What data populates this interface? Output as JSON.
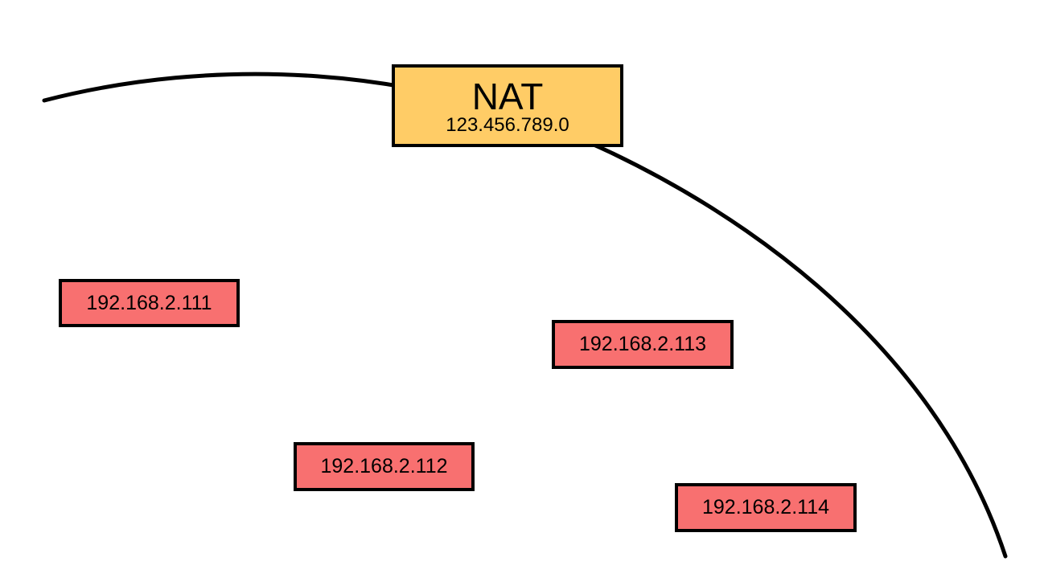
{
  "diagram": {
    "type": "network-topology",
    "colors": {
      "nat_fill": "#ffcc66",
      "host_fill": "#f87070",
      "border": "#000000",
      "curve": "#000000",
      "background": "#ffffff"
    },
    "nat": {
      "label": "NAT",
      "ip": "123.456.789.0"
    },
    "hosts": [
      {
        "ip": "192.168.2.111"
      },
      {
        "ip": "192.168.2.113"
      },
      {
        "ip": "192.168.2.112"
      },
      {
        "ip": "192.168.2.114"
      }
    ],
    "boundary": {
      "description": "network-boundary-arc from left edge, behind NAT node, down to bottom right"
    }
  }
}
